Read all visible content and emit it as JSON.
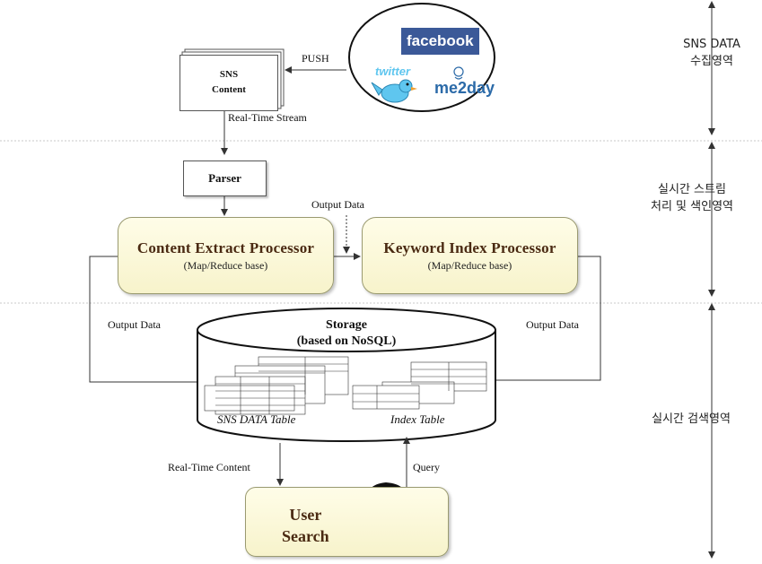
{
  "sources": {
    "facebook_label": "facebook",
    "twitter_label": "twitter",
    "me2day_label": "me2day"
  },
  "labels": {
    "push": "PUSH",
    "sns_content_line1": "SNS",
    "sns_content_line2": "Content",
    "realtime_stream": "Real-Time Stream",
    "parser": "Parser",
    "output_data_top": "Output Data",
    "output_data_left": "Output Data",
    "output_data_right": "Output Data",
    "realtime_content": "Real-Time Content",
    "query": "Query"
  },
  "processors": {
    "content_extract": {
      "title": "Content Extract Processor",
      "subtitle": "(Map/Reduce base)"
    },
    "keyword_index": {
      "title": "Keyword Index Processor",
      "subtitle": "(Map/Reduce base)"
    }
  },
  "storage": {
    "title_line1": "Storage",
    "title_line2": "(based on NoSQL)",
    "table_left": "SNS DATA Table",
    "table_right": "Index Table"
  },
  "user_search": {
    "line1": "User",
    "line2": "Search"
  },
  "zones": {
    "collect_line1": "SNS DATA",
    "collect_line2": "수집영역",
    "process_line1": "실시간 스트림",
    "process_line2": "처리 및 색인영역",
    "search": "실시간 검색영역"
  },
  "colors": {
    "processor_fill": "#f7f3cb",
    "processor_text": "#4a2a12",
    "facebook_blue": "#3b5998",
    "twitter_blue": "#5fc6ef",
    "me2day_blue": "#2b6aa8"
  }
}
